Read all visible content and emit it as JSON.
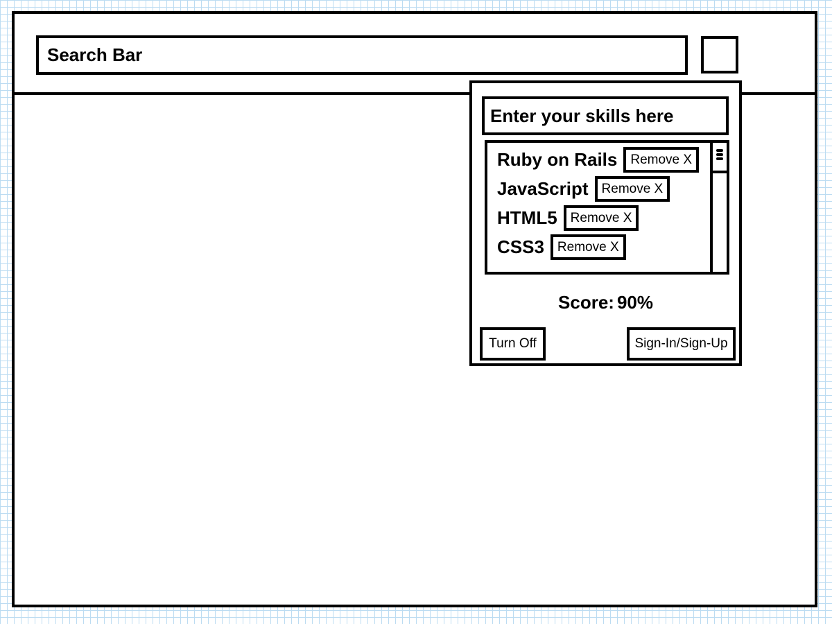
{
  "header": {
    "search_text": "Search Bar"
  },
  "panel": {
    "skills_input_text": "Enter your skills here",
    "skills": [
      {
        "label": "Ruby on Rails",
        "remove_label": "Remove X"
      },
      {
        "label": "JavaScript",
        "remove_label": "Remove X"
      },
      {
        "label": "HTML5",
        "remove_label": "Remove X"
      },
      {
        "label": "CSS3",
        "remove_label": "Remove X"
      }
    ],
    "score_label": "Score:",
    "score_value": "90%",
    "turn_off_label": "Turn Off",
    "signin_label": "Sign-In/Sign-Up"
  }
}
